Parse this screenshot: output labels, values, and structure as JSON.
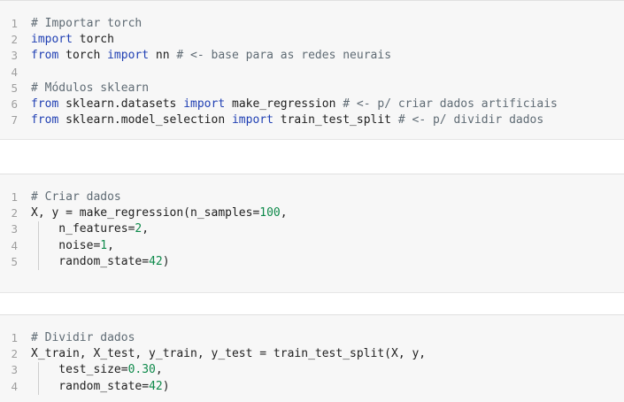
{
  "cells": [
    {
      "lines": [
        {
          "n": "1",
          "tokens": [
            {
              "t": "# Importar torch",
              "c": "comment"
            }
          ]
        },
        {
          "n": "2",
          "tokens": [
            {
              "t": "import",
              "c": "kw"
            },
            {
              "t": " torch",
              "c": ""
            }
          ]
        },
        {
          "n": "3",
          "tokens": [
            {
              "t": "from",
              "c": "kw"
            },
            {
              "t": " torch ",
              "c": ""
            },
            {
              "t": "import",
              "c": "kw"
            },
            {
              "t": " nn ",
              "c": ""
            },
            {
              "t": "# <- base para as redes neurais",
              "c": "comment"
            }
          ]
        },
        {
          "n": "4",
          "tokens": []
        },
        {
          "n": "5",
          "tokens": [
            {
              "t": "# Módulos sklearn",
              "c": "comment"
            }
          ]
        },
        {
          "n": "6",
          "tokens": [
            {
              "t": "from",
              "c": "kw"
            },
            {
              "t": " sklearn.datasets ",
              "c": ""
            },
            {
              "t": "import",
              "c": "kw"
            },
            {
              "t": " make_regression ",
              "c": ""
            },
            {
              "t": "# <- p/ criar dados artificiais",
              "c": "comment"
            }
          ]
        },
        {
          "n": "7",
          "tokens": [
            {
              "t": "from",
              "c": "kw"
            },
            {
              "t": " sklearn.model_selection ",
              "c": ""
            },
            {
              "t": "import",
              "c": "kw"
            },
            {
              "t": " train_test_split ",
              "c": ""
            },
            {
              "t": "# <- p/ dividir dados",
              "c": "comment"
            }
          ]
        }
      ]
    },
    {
      "lines": [
        {
          "n": "1",
          "tokens": [
            {
              "t": "# Criar dados",
              "c": "comment"
            }
          ]
        },
        {
          "n": "2",
          "tokens": [
            {
              "t": "X, y = make_regression(n_samples=",
              "c": ""
            },
            {
              "t": "100",
              "c": "num"
            },
            {
              "t": ",",
              "c": ""
            }
          ]
        },
        {
          "n": "3",
          "guide": true,
          "tokens": [
            {
              "t": "    n_features=",
              "c": ""
            },
            {
              "t": "2",
              "c": "num"
            },
            {
              "t": ",",
              "c": ""
            }
          ]
        },
        {
          "n": "4",
          "guide": true,
          "tokens": [
            {
              "t": "    noise=",
              "c": ""
            },
            {
              "t": "1",
              "c": "num"
            },
            {
              "t": ",",
              "c": ""
            }
          ]
        },
        {
          "n": "5",
          "guide": true,
          "tokens": [
            {
              "t": "    random_state=",
              "c": ""
            },
            {
              "t": "42",
              "c": "num"
            },
            {
              "t": ")",
              "c": ""
            }
          ]
        }
      ]
    },
    {
      "lines": [
        {
          "n": "1",
          "tokens": [
            {
              "t": "# Dividir dados",
              "c": "comment"
            }
          ]
        },
        {
          "n": "2",
          "tokens": [
            {
              "t": "X_train, X_test, y_train, y_test = train_test_split(X, y,",
              "c": ""
            }
          ]
        },
        {
          "n": "3",
          "guide": true,
          "tokens": [
            {
              "t": "    test_size=",
              "c": ""
            },
            {
              "t": "0.30",
              "c": "num"
            },
            {
              "t": ",",
              "c": ""
            }
          ]
        },
        {
          "n": "4",
          "guide": true,
          "tokens": [
            {
              "t": "    random_state=",
              "c": ""
            },
            {
              "t": "42",
              "c": "num"
            },
            {
              "t": ")",
              "c": ""
            }
          ]
        }
      ]
    }
  ]
}
